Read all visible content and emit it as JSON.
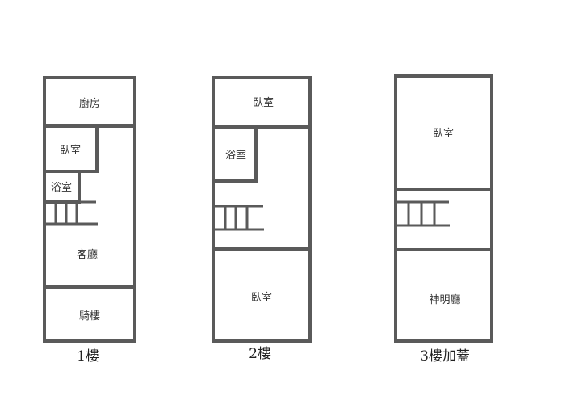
{
  "floors": [
    {
      "caption": "1樓",
      "rooms": {
        "kitchen": "廚房",
        "bedroom": "臥室",
        "bathroom": "浴室",
        "living_room": "客廳",
        "arcade": "騎樓"
      }
    },
    {
      "caption": "2樓",
      "rooms": {
        "bedroom_front": "臥室",
        "bathroom": "浴室",
        "bedroom_rear": "臥室"
      }
    },
    {
      "caption": "3樓加蓋",
      "rooms": {
        "bedroom": "臥室",
        "shrine_room": "神明廳"
      }
    }
  ],
  "colors": {
    "wall": "#5a5a5a",
    "text": "#333333",
    "background": "#ffffff"
  }
}
